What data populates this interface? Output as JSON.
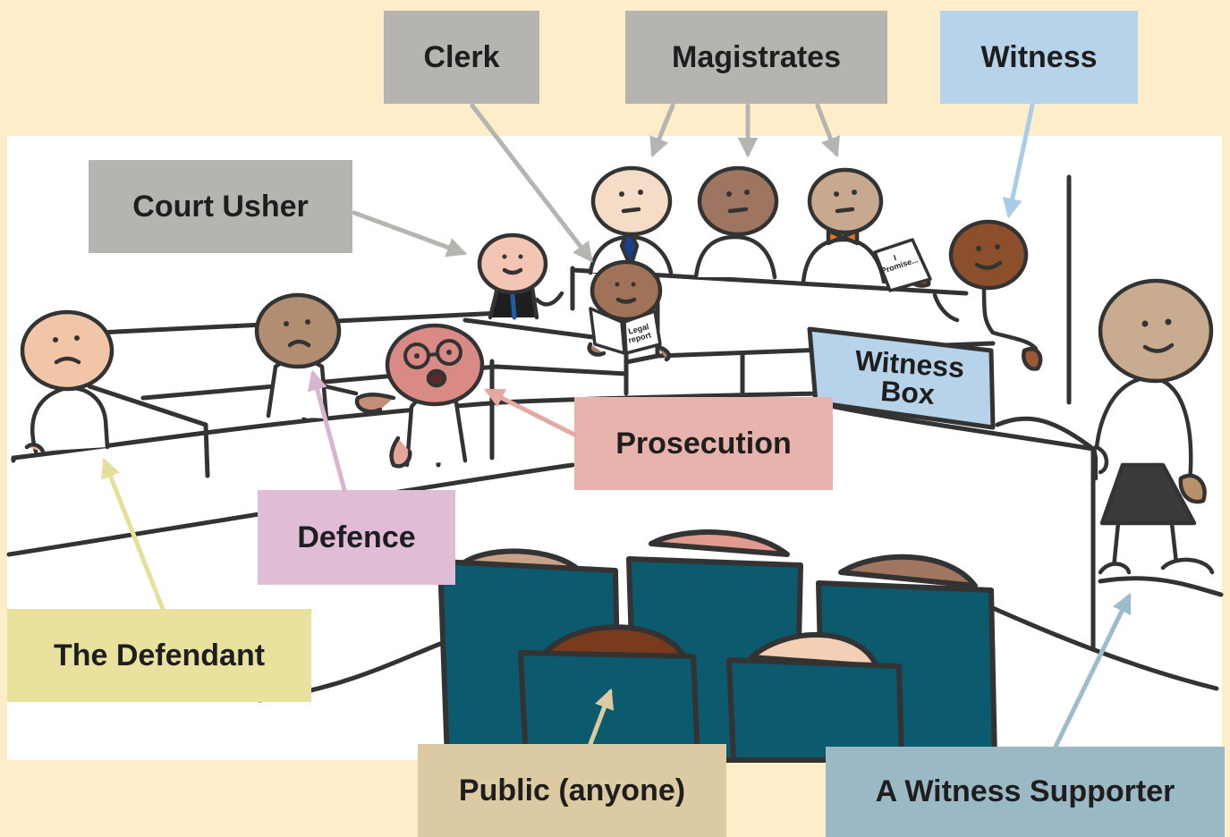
{
  "labels": {
    "clerk": "Clerk",
    "magistrates": "Magistrates",
    "witness": "Witness",
    "court_usher": "Court Usher",
    "prosecution": "Prosecution",
    "defence": "Defence",
    "defendant": "The Defendant",
    "public": "Public (anyone)",
    "witness_supporter": "A Witness Supporter"
  },
  "props": {
    "witness_box_line1": "Witness",
    "witness_box_line2": "Box",
    "paper_promise_1": "I",
    "paper_promise_2": "Promise...",
    "paper_legal_1": "Legal",
    "paper_legal_2": "report"
  },
  "colors": {
    "background": "#fdeec9",
    "grey_label": "#b5b4b1",
    "witness_label": "#b6d3ea",
    "prosecution_label": "#e7b3ac",
    "defence_label": "#e0bcd6",
    "defendant_label": "#e9e29f",
    "public_label": "#dccaa3",
    "supporter_label": "#9bb8c5",
    "public_seats": "#0b5a6e",
    "ink": "#333333"
  }
}
